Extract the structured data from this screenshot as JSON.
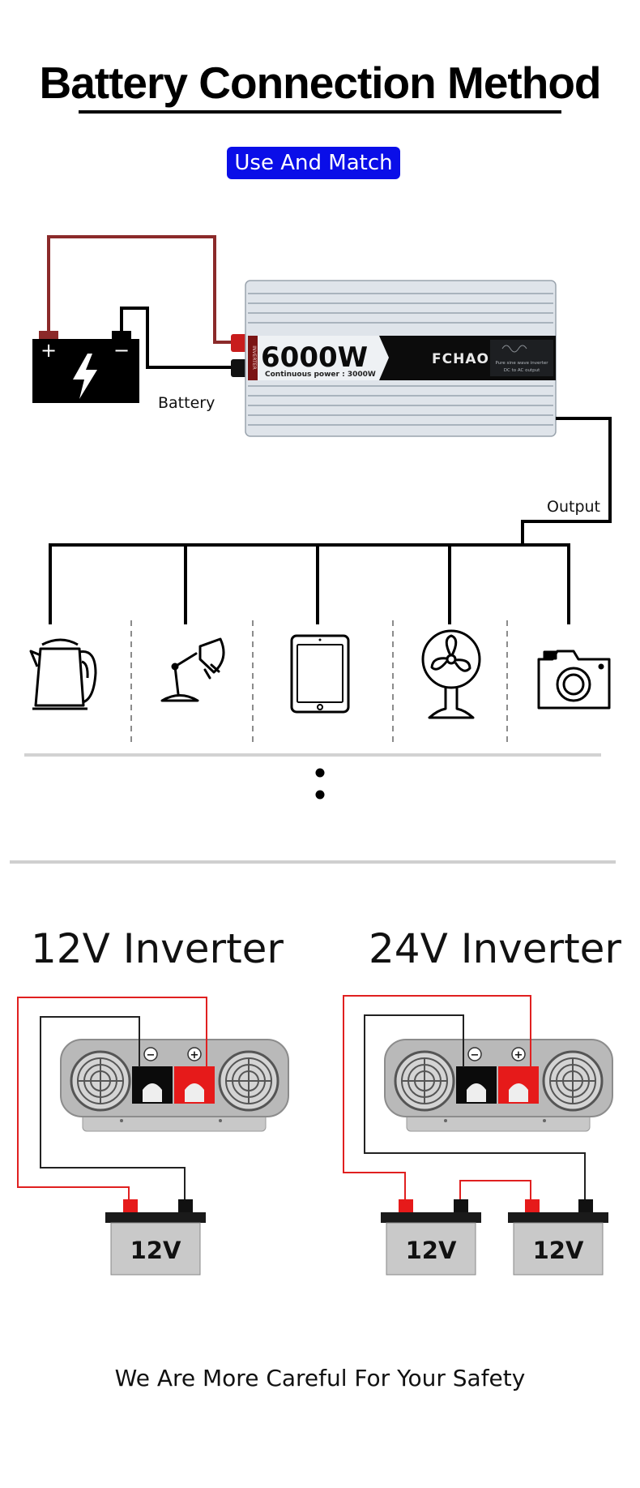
{
  "header": {
    "title": "Battery Connection Method",
    "badge": "Use And Match"
  },
  "wiring": {
    "battery_label": "Battery",
    "output_label": "Output",
    "battery_plus": "+",
    "battery_minus": "−",
    "wire_red": "#8b2a2a",
    "wire_black": "#000000"
  },
  "inverter": {
    "power_text": "6000W",
    "continuous_text": "Continuous power : 3000W",
    "brand": "FCHAO",
    "side_text": "INVERTER",
    "info_line1": "Pure sine wave inverter",
    "info_line2": "DC to AC output"
  },
  "appliances": [
    {
      "icon": "kettle-icon"
    },
    {
      "icon": "desk-lamp-icon"
    },
    {
      "icon": "tablet-icon"
    },
    {
      "icon": "fan-icon"
    },
    {
      "icon": "camera-icon"
    }
  ],
  "configs": {
    "left_title": "12V Inverter",
    "right_title": "24V Inverter",
    "battery_text": "12V",
    "minus_symbol": "−",
    "plus_symbol": "+",
    "wire_red": "#e02020",
    "terminal_red": "#e61a1a"
  },
  "footer": {
    "text": "We Are More Careful For Your Safety"
  }
}
